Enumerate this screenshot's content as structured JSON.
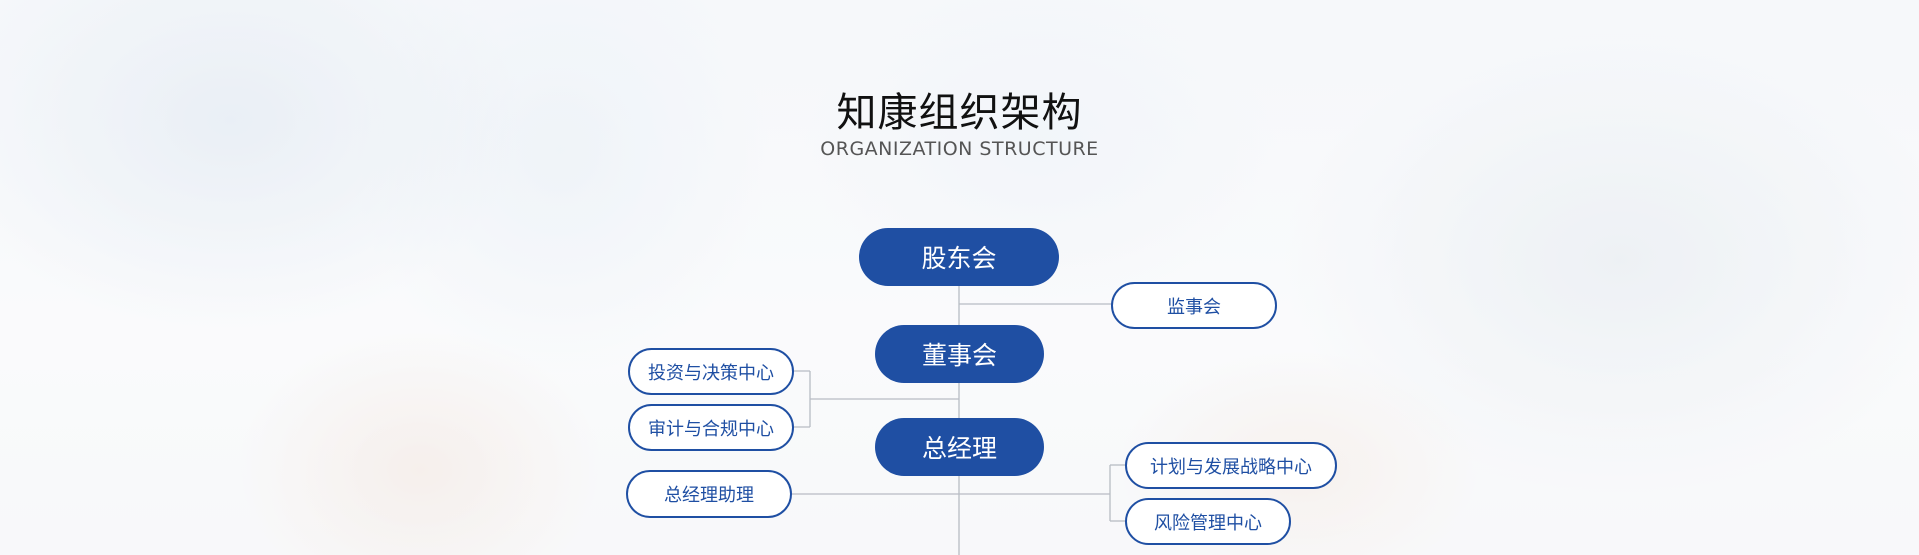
{
  "header": {
    "title": "知康组织架构",
    "subtitle": "ORGANIZATION STRUCTURE"
  },
  "org": {
    "shareholders": "股东会",
    "supervisory_board": "监事会",
    "board": "董事会",
    "investment_center": "投资与决策中心",
    "audit_center": "审计与合规中心",
    "general_manager": "总经理",
    "gm_assistant": "总经理助理",
    "planning_center": "计划与发展战略中心",
    "risk_center": "风险管理中心"
  },
  "colors": {
    "accent": "#1f4fa3",
    "connector": "#b7bcc4"
  }
}
